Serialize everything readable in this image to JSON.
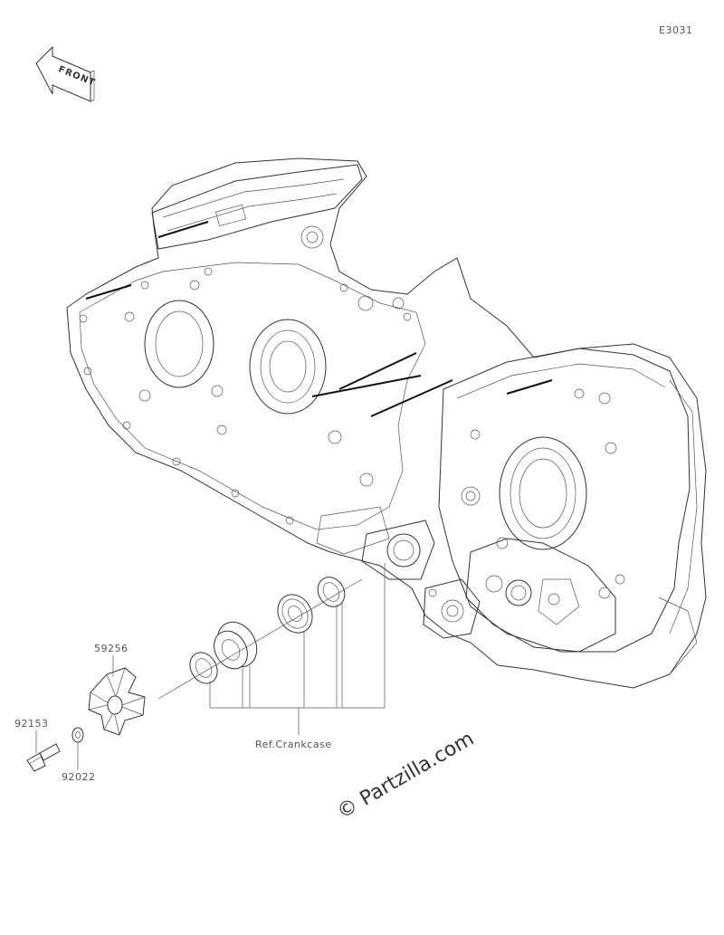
{
  "diagram_code": "E3031",
  "front_label": "FRONT",
  "reference_label": "Ref.Crankcase",
  "watermark": "© Partzilla.com",
  "parts": [
    {
      "number": "59256"
    },
    {
      "number": "92153"
    },
    {
      "number": "92022"
    }
  ]
}
